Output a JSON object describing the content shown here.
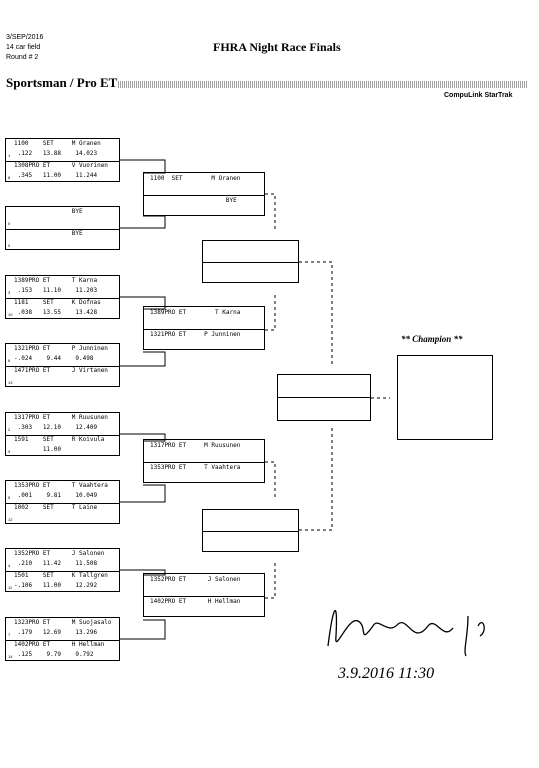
{
  "header": {
    "date": "3/SEP/2016",
    "field": "14 car field",
    "round": "Round # 2",
    "title": "FHRA Night Race Finals",
    "class_name": "Sportsman / Pro ET",
    "brand": "CompuLink StarTrak"
  },
  "round1": [
    {
      "top": {
        "dial": "1100",
        "cls": "SET",
        "name": "M Oranen",
        "lane": "1",
        "rt": ".122",
        "et": "13.88",
        "mph": "14.023"
      },
      "bot": {
        "dial": "1308PRO",
        "cls": "ET",
        "name": "V Vuorinen",
        "lane": "8",
        "rt": ".345",
        "et": "11.00",
        "mph": "11.244"
      }
    },
    {
      "top": {
        "dial": "",
        "cls": "",
        "name": "BYE",
        "lane": "0",
        "rt": "",
        "et": "",
        "mph": ""
      },
      "bot": {
        "dial": "",
        "cls": "",
        "name": "BYE",
        "lane": "0",
        "rt": "",
        "et": "",
        "mph": ""
      }
    },
    {
      "top": {
        "dial": "1389PRO",
        "cls": "ET",
        "name": "T Karna",
        "lane": "3",
        "rt": ".153",
        "et": "11.10",
        "mph": "11.203"
      },
      "bot": {
        "dial": "1181",
        "cls": "SET",
        "name": "K Dofnas",
        "lane": "10",
        "rt": ".038",
        "et": "13.55",
        "mph": "13.428"
      }
    },
    {
      "top": {
        "dial": "1321PRO",
        "cls": "ET",
        "name": "P Junninen",
        "lane": "6",
        "rt": "-.024",
        "et": "9.44",
        "mph": "9.498"
      },
      "bot": {
        "dial": "1471PRO",
        "cls": "ET",
        "name": "J Virtanen",
        "lane": "13",
        "rt": "",
        "et": "",
        "mph": ""
      }
    },
    {
      "top": {
        "dial": "1317PRO",
        "cls": "ET",
        "name": "M Ruusunen",
        "lane": "2",
        "rt": ".303",
        "et": "12.10",
        "mph": "12.409"
      },
      "bot": {
        "dial": "1591",
        "cls": "SET",
        "name": "R Koivula",
        "lane": "9",
        "rt": "",
        "et": "11.00",
        "mph": ""
      }
    },
    {
      "top": {
        "dial": "1353PRO",
        "cls": "ET",
        "name": "T Vaahtera",
        "lane": "5",
        "rt": ".001",
        "et": "9.81",
        "mph": "10.049"
      },
      "bot": {
        "dial": "1002",
        "cls": "SET",
        "name": "T Laine",
        "lane": "12",
        "rt": "",
        "et": "",
        "mph": ""
      }
    },
    {
      "top": {
        "dial": "1352PRO",
        "cls": "ET",
        "name": "J Salonen",
        "lane": "4",
        "rt": ".210",
        "et": "11.42",
        "mph": "11.508"
      },
      "bot": {
        "dial": "1501",
        "cls": "SET",
        "name": "K Tallgren",
        "lane": "11",
        "rt": "-.106",
        "et": "11.00",
        "mph": "12.292"
      }
    },
    {
      "top": {
        "dial": "1323PRO",
        "cls": "ET",
        "name": "M Suojasalo",
        "lane": "7",
        "rt": ".179",
        "et": "12.69",
        "mph": "13.296"
      },
      "bot": {
        "dial": "1402PRO",
        "cls": "ET",
        "name": "H Hellman",
        "lane": "14",
        "rt": ".125",
        "et": "9.79",
        "mph": "9.792"
      }
    }
  ],
  "round2": [
    {
      "top": "1100  SET        M Oranen",
      "bot": "                     BYE"
    },
    {
      "top": "1389PRO ET        T Karna",
      "bot": "1321PRO ET     P Junninen"
    },
    {
      "top": "1317PRO ET     M Ruusunen",
      "bot": "1353PRO ET     T Vaahtera"
    },
    {
      "top": "1352PRO ET      J Salonen",
      "bot": "1402PRO ET      H Hellman"
    }
  ],
  "champion_label": "** Champion **",
  "signature": {
    "date_time": "3.9.2016  11:30"
  }
}
